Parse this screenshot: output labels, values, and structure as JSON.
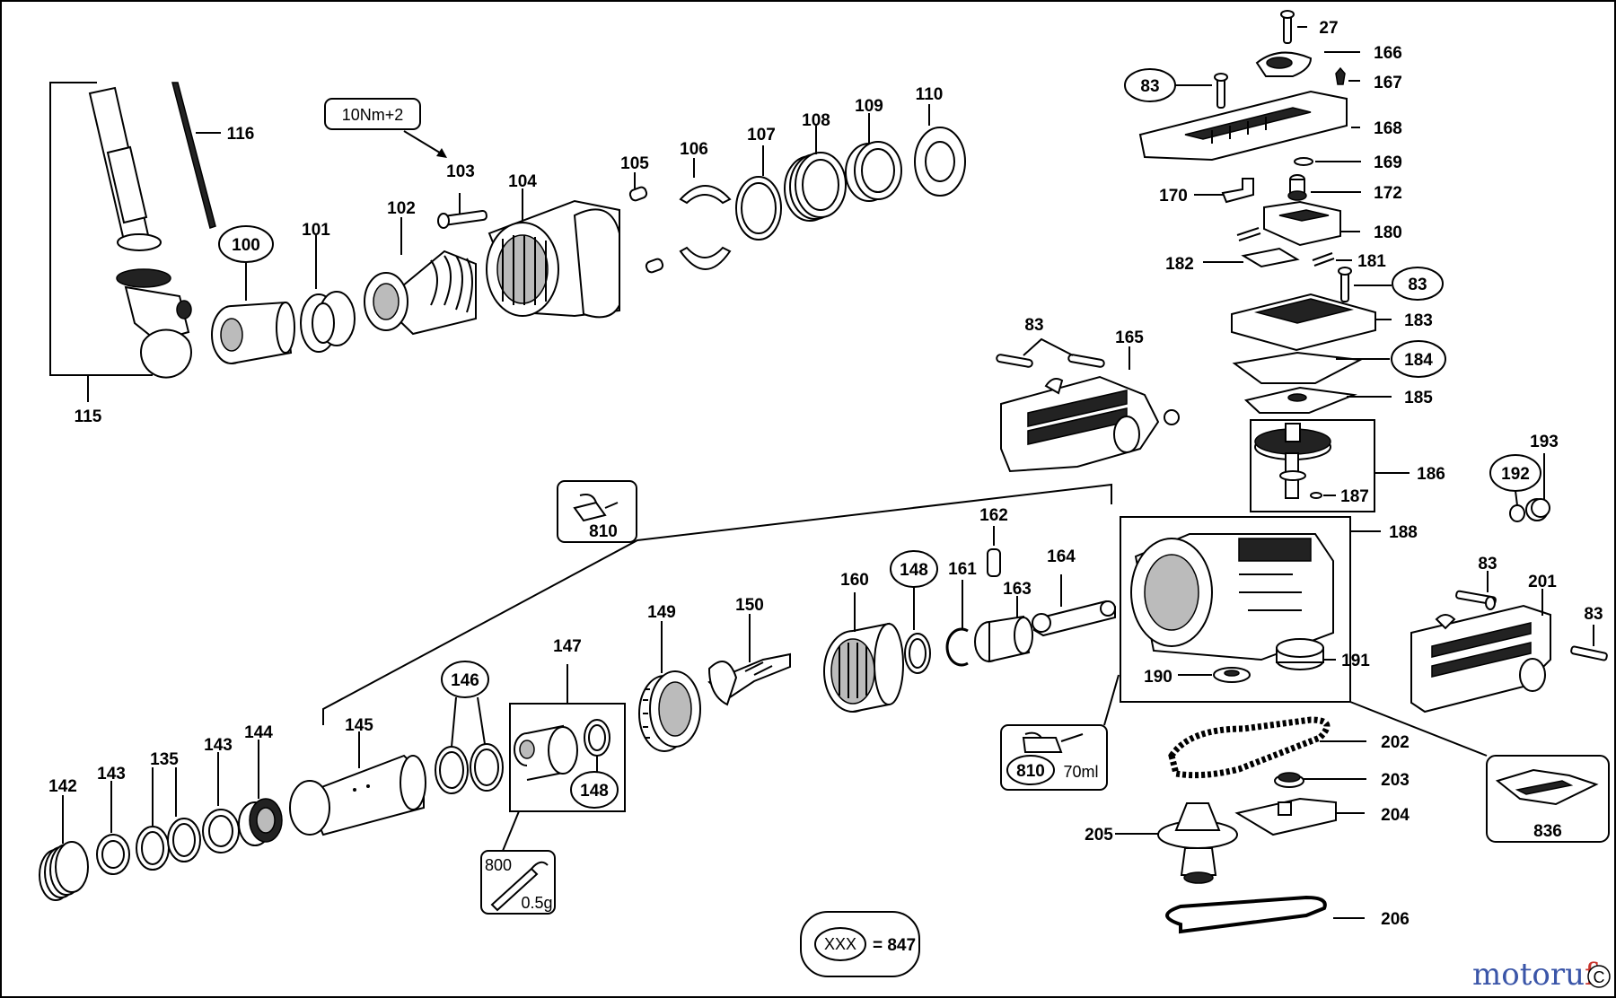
{
  "torque_note": "10Nm+2",
  "callouts": {
    "l27": "27",
    "l166": "166",
    "l83a": "83",
    "l167": "167",
    "l168": "168",
    "l169": "169",
    "l170": "170",
    "l172": "172",
    "l180": "180",
    "l182": "182",
    "l181": "181",
    "l83b": "83",
    "l183": "183",
    "l184": "184",
    "l185": "185",
    "l186": "186",
    "l187": "187",
    "l192": "192",
    "l193": "193",
    "l188": "188",
    "l83c": "83",
    "l201": "201",
    "l83d": "83",
    "l190": "190",
    "l191": "191",
    "l202": "202",
    "l203": "203",
    "l204": "204",
    "l205": "205",
    "l206": "206",
    "l116": "116",
    "l115": "115",
    "l100": "100",
    "l101": "101",
    "l102": "102",
    "l103": "103",
    "l104": "104",
    "l105": "105",
    "l106": "106",
    "l107": "107",
    "l108": "108",
    "l109": "109",
    "l110": "110",
    "l83e": "83",
    "l165": "165",
    "l162": "162",
    "l164": "164",
    "l148a": "148",
    "l161": "161",
    "l163": "163",
    "l160": "160",
    "l150": "150",
    "l149": "149",
    "l146": "146",
    "l147": "147",
    "l148b": "148",
    "l145": "145",
    "l144": "144",
    "l143a": "143",
    "l135": "135",
    "l143b": "143",
    "l142": "142"
  },
  "lubricants": {
    "grease_810_top": "810",
    "grease_810_right": "810",
    "grease_810_right_qty": "70ml",
    "grease_800": "800",
    "grease_800_qty": "0.5g",
    "kit_836": "836"
  },
  "legend": {
    "symbol": "XXX",
    "equals_text": "= 847"
  },
  "watermark": {
    "brand_a": "motoru",
    "brand_b": "f",
    "corner_mark": "C"
  }
}
